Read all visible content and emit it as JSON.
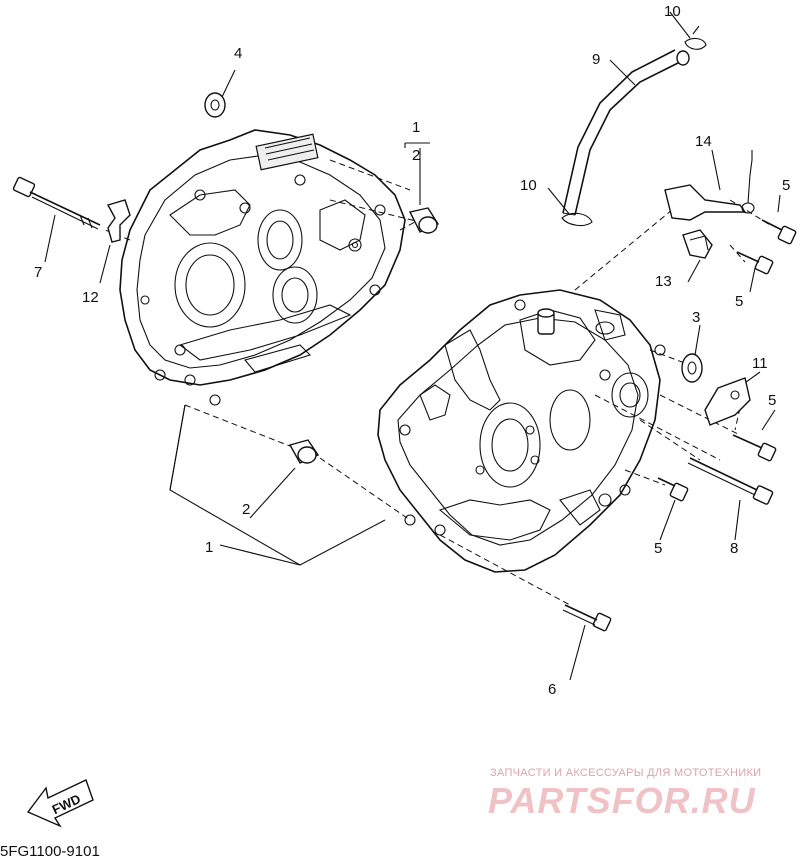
{
  "diagram": {
    "labels": [
      {
        "id": "10-top",
        "text": "10"
      },
      {
        "id": "9",
        "text": "9"
      },
      {
        "id": "4",
        "text": "4"
      },
      {
        "id": "1-top",
        "text": "1"
      },
      {
        "id": "2-top",
        "text": "2"
      },
      {
        "id": "14",
        "text": "14"
      },
      {
        "id": "10-mid",
        "text": "10"
      },
      {
        "id": "5-a",
        "text": "5"
      },
      {
        "id": "7",
        "text": "7"
      },
      {
        "id": "12",
        "text": "12"
      },
      {
        "id": "13",
        "text": "13"
      },
      {
        "id": "5-b",
        "text": "5"
      },
      {
        "id": "3",
        "text": "3"
      },
      {
        "id": "11",
        "text": "11"
      },
      {
        "id": "5-c",
        "text": "5"
      },
      {
        "id": "2-bottom",
        "text": "2"
      },
      {
        "id": "1-bottom",
        "text": "1"
      },
      {
        "id": "5-d",
        "text": "5"
      },
      {
        "id": "8",
        "text": "8"
      },
      {
        "id": "6",
        "text": "6"
      }
    ],
    "fwd_label": "FWD",
    "diagram_code": "5FG1100-9101"
  },
  "watermark": {
    "tagline": "ЗАПЧАСТИ И АКСЕССУАРЫ ДЛЯ МОТОТЕХНИКИ",
    "brand": "PARTSFOR.RU"
  },
  "colors": {
    "line": "#111111",
    "background": "#ffffff",
    "watermark": "#f0c2c6"
  }
}
